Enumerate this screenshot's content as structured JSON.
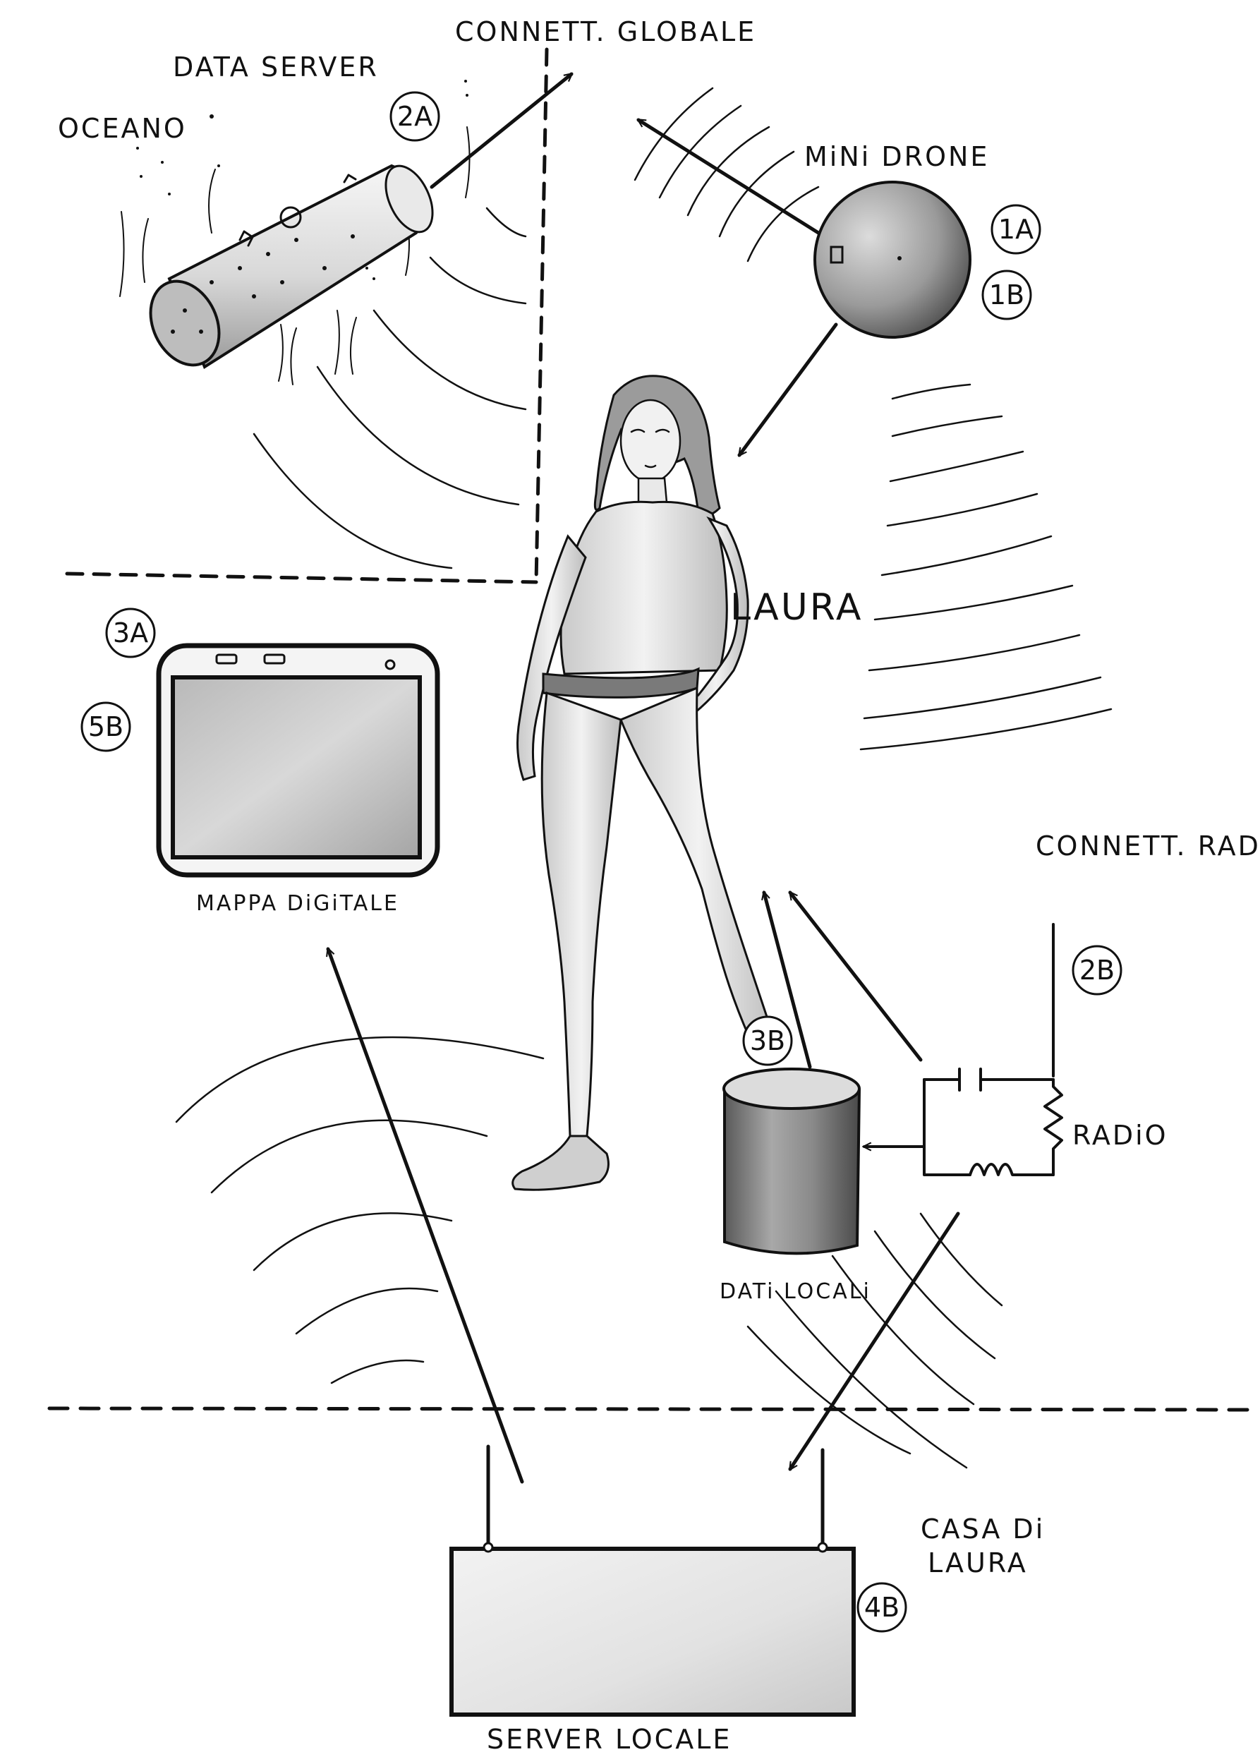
{
  "labels": {
    "oceano": "OCEANO",
    "data_server": "DATA SERVER",
    "connett_globale": "CONNETT. GLOBALE",
    "mini_drone": "MiNi DRONE",
    "laura": "LAURA",
    "mappa_digitale": "MAPPA DiGiTALE",
    "connett_radio": "CONNETT. RADiO",
    "radio": "RADiO",
    "dati_locali": "DATi LOCALi",
    "casa_di_laura_line1": "CASA Di",
    "casa_di_laura_line2": "LAURA",
    "server_locale": "SERVER LOCALE"
  },
  "badges": {
    "b1a": "1A",
    "b1b": "1B",
    "b2a": "2A",
    "b2b": "2B",
    "b3a": "3A",
    "b3b": "3B",
    "b4b": "4B",
    "b5b": "5B"
  },
  "colors": {
    "ink": "#111111",
    "shade_dark": "#6e6e6e",
    "shade_light": "#e6e6e6",
    "paper": "#ffffff"
  }
}
